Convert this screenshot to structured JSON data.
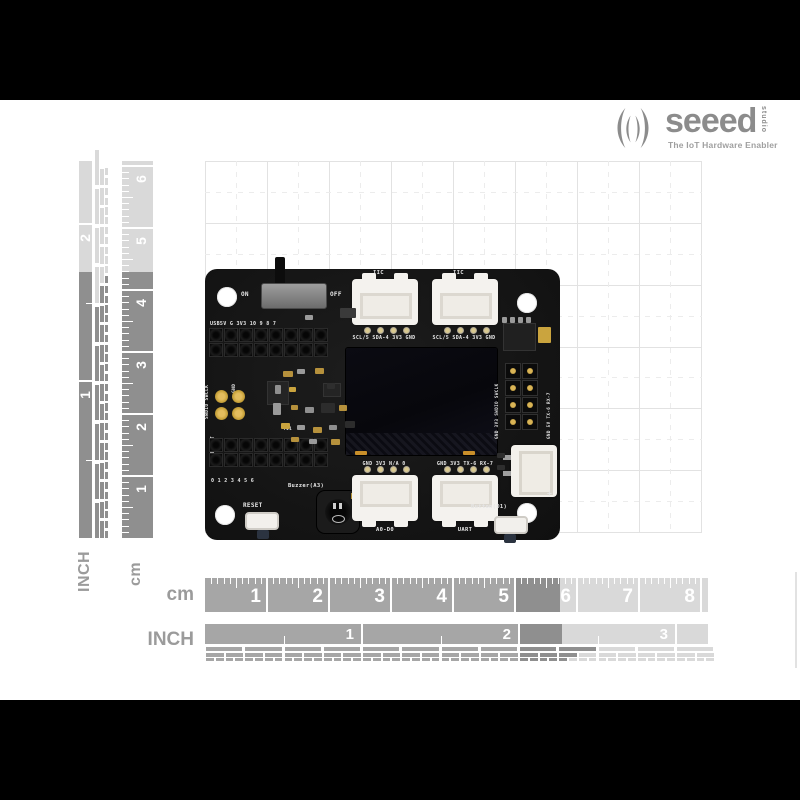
{
  "logo": {
    "brand": "seeed",
    "sub": "studio",
    "tagline": "The IoT Hardware Enabler",
    "color": "#8c8c8c"
  },
  "rulers": {
    "cm_label": "cm",
    "inch_label": "INCH",
    "bottom_cm_numbers": [
      "1",
      "2",
      "3",
      "4",
      "5",
      "6",
      "7",
      "8"
    ],
    "bottom_inch_numbers": [
      "1",
      "2",
      "3"
    ],
    "left_cm_numbers": [
      "6",
      "5",
      "4",
      "3",
      "2",
      "1"
    ],
    "left_inch_numbers": [
      "2",
      "1"
    ],
    "colors": {
      "medium": "#a6a6a6",
      "dark": "#8f8f8f",
      "light": "#d9d9d9"
    }
  },
  "board": {
    "switch_on": "ON",
    "switch_off": "OFF",
    "iic_label": "IIC",
    "i2c_pin_row": "SCL/5 SDA-4 3V3 GND",
    "top_header": "USB5V G 3V3 10 9 8 7",
    "swd_pads": "SWDIO SWCLK",
    "gnd": "GND",
    "reset_vertical": "RESET",
    "refdes": "T11",
    "bottom_header_numbers": "0 1 2 3 4 5 6",
    "reset_button": "RESET",
    "buzzer": "Buzzer(A3)",
    "a0d0_pin_row": "GND 3V3 N/A 0",
    "uart_pin_row": "GND 3V3 TX-6 RX-7",
    "a0d0": "A0-D0",
    "uart": "UART",
    "button_d1": "Button(D1)",
    "plus": "+",
    "right_header_left": "GND 3V3 SWDIO SWCLK",
    "right_header_right": "GND 5V TX-6 RX-7"
  }
}
